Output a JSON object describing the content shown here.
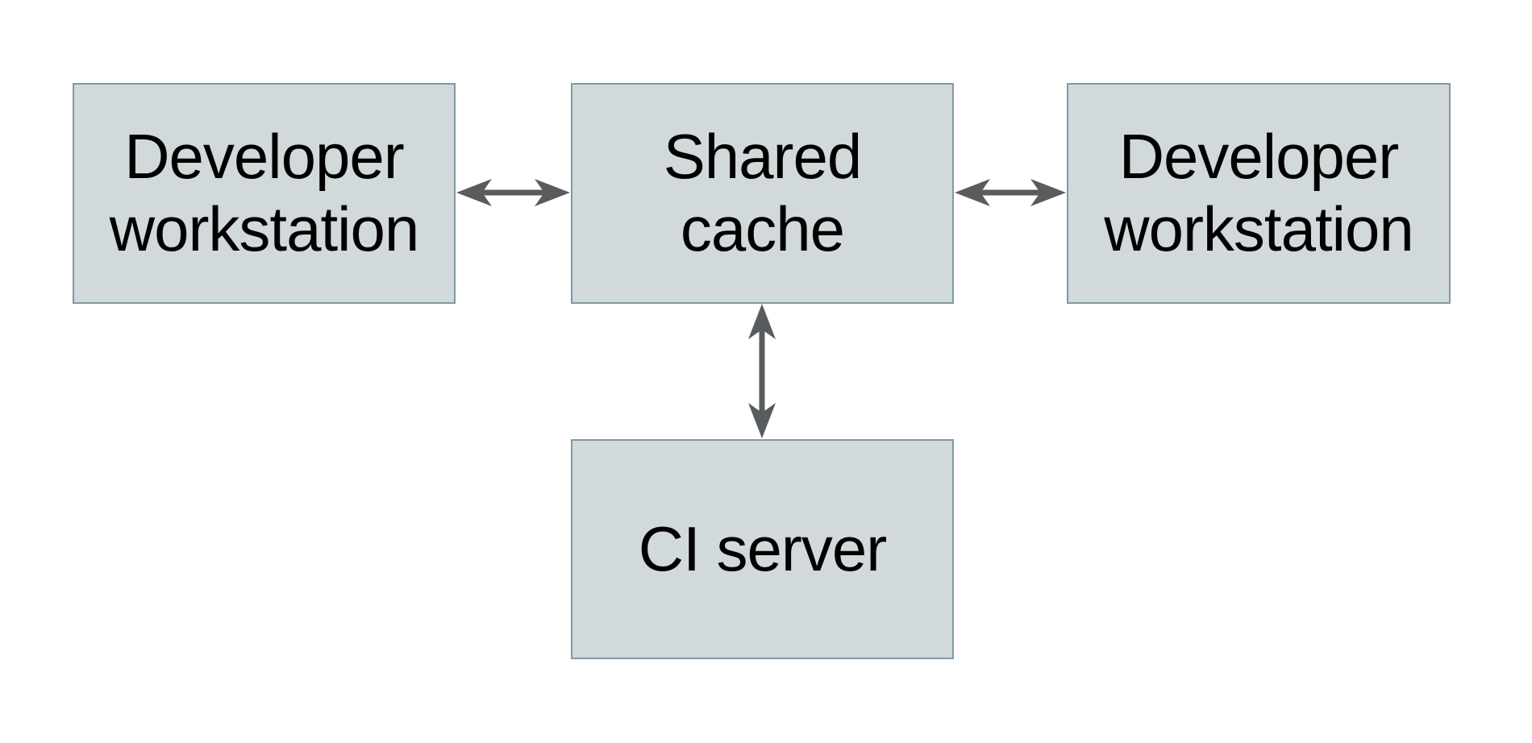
{
  "diagram": {
    "colors": {
      "background": "#ffffff",
      "node_fill": "#d2d9db",
      "node_border": "#7f99a6",
      "arrow": "#595c5e",
      "text": "#000000"
    },
    "nodes": [
      {
        "id": "developer-workstation-left",
        "label": "Developer\nworkstation"
      },
      {
        "id": "shared-cache",
        "label": "Shared\ncache"
      },
      {
        "id": "developer-workstation-right",
        "label": "Developer\nworkstation"
      },
      {
        "id": "ci-server",
        "label": "CI server"
      }
    ],
    "edges": [
      {
        "from": "developer-workstation-left",
        "to": "shared-cache",
        "direction": "bidirectional"
      },
      {
        "from": "shared-cache",
        "to": "developer-workstation-right",
        "direction": "bidirectional"
      },
      {
        "from": "shared-cache",
        "to": "ci-server",
        "direction": "bidirectional"
      }
    ]
  }
}
